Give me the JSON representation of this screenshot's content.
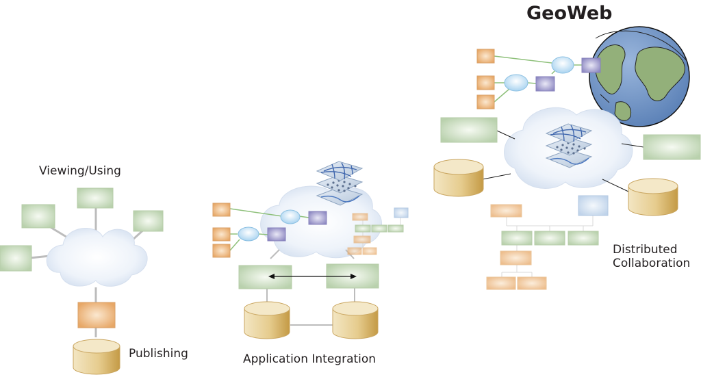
{
  "title": "GeoWeb",
  "labels": {
    "viewing": "Viewing/Using",
    "publishing": "Publishing",
    "integration": "Application Integration",
    "distributed_line1": "Distributed",
    "distributed_line2": "Collaboration"
  },
  "colors": {
    "green": "#cfe0c6",
    "orange": "#f0c490",
    "purple": "#b6b2d8",
    "blue": "#dce8f4",
    "cylinder": "#e2c98c",
    "globe_water": "#6f93c4",
    "globe_land": "#93b07a",
    "cloud": "#eaf1fa",
    "line": "#c4c4c4"
  }
}
